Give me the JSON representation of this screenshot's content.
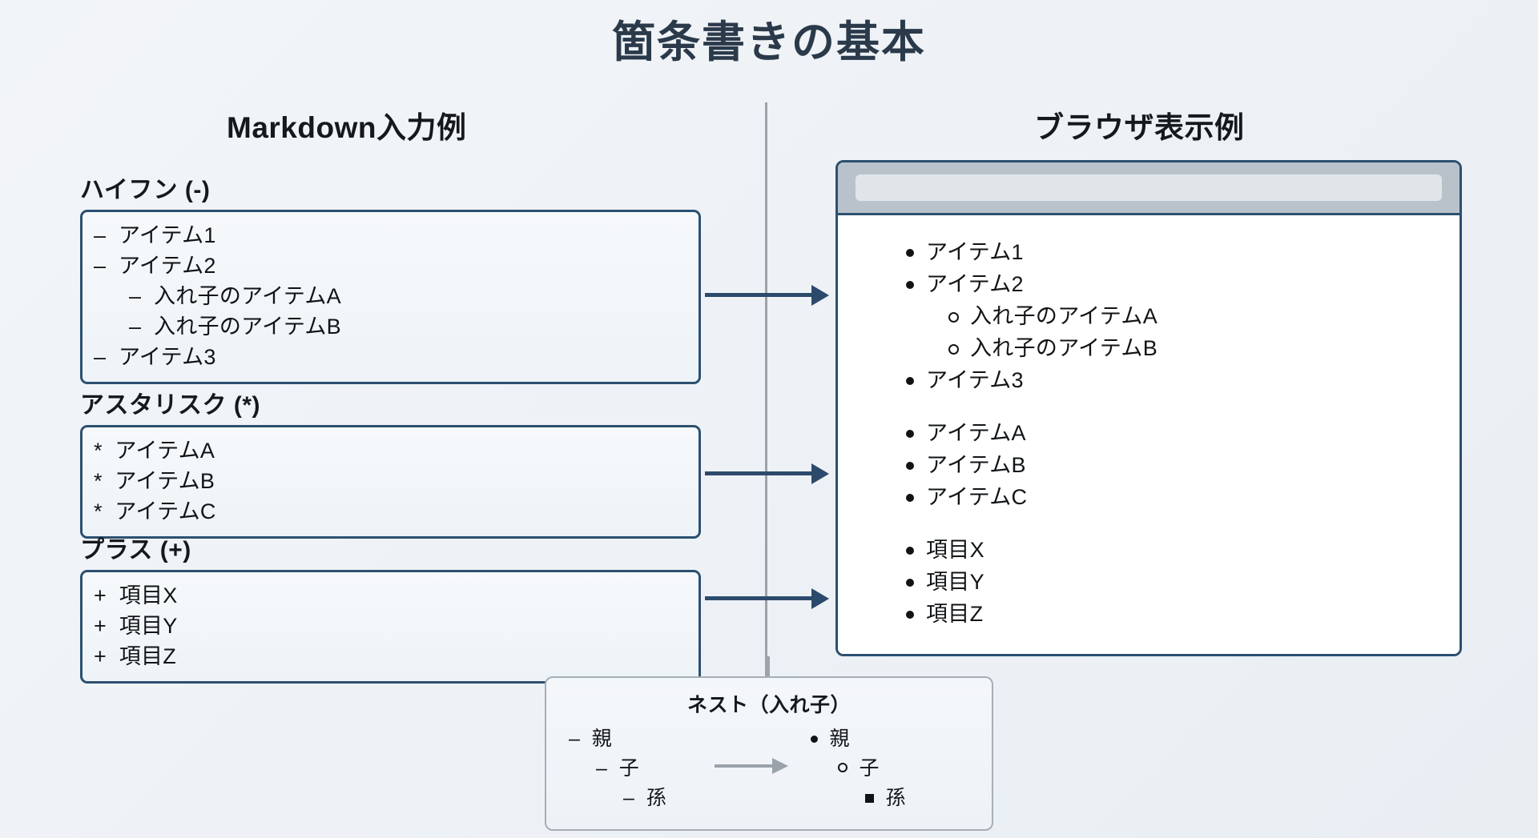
{
  "slide": {
    "title": "箇条書きの基本",
    "title_color": "#2b3a4a",
    "background_color": "#eef2f6"
  },
  "columns": {
    "left_header": "Markdown入力例",
    "right_header": "ブラウザ表示例"
  },
  "markdown_sections": [
    {
      "label": "ハイフン (-)",
      "lines": [
        {
          "marker": "–",
          "text": "アイテム1",
          "indent": 0
        },
        {
          "marker": "–",
          "text": "アイテム2",
          "indent": 0
        },
        {
          "marker": "–",
          "text": "入れ子のアイテムA",
          "indent": 1
        },
        {
          "marker": "–",
          "text": "入れ子のアイテムB",
          "indent": 1
        },
        {
          "marker": "–",
          "text": "アイテム3",
          "indent": 0
        }
      ]
    },
    {
      "label": "アスタリスク (*)",
      "lines": [
        {
          "marker": "*",
          "text": "アイテムA",
          "indent": 0
        },
        {
          "marker": "*",
          "text": "アイテムB",
          "indent": 0
        },
        {
          "marker": "*",
          "text": "アイテムC",
          "indent": 0
        }
      ]
    },
    {
      "label": "プラス (+)",
      "lines": [
        {
          "marker": "+",
          "text": "項目X",
          "indent": 0
        },
        {
          "marker": "+",
          "text": "項目Y",
          "indent": 0
        },
        {
          "marker": "+",
          "text": "項目Z",
          "indent": 0
        }
      ]
    }
  ],
  "browser": {
    "address_bar_value": "",
    "chrome_color": "#b9c2cb",
    "border_color": "#2c5070",
    "groups": [
      {
        "items": [
          {
            "text": "アイテム1",
            "level": 1
          },
          {
            "text": "アイテム2",
            "level": 1
          },
          {
            "text": "入れ子のアイテムA",
            "level": 2
          },
          {
            "text": "入れ子のアイテムB",
            "level": 2
          },
          {
            "text": "アイテム3",
            "level": 1
          }
        ]
      },
      {
        "items": [
          {
            "text": "アイテムA",
            "level": 1
          },
          {
            "text": "アイテムB",
            "level": 1
          },
          {
            "text": "アイテムC",
            "level": 1
          }
        ]
      },
      {
        "items": [
          {
            "text": "項目X",
            "level": 1
          },
          {
            "text": "項目Y",
            "level": 1
          },
          {
            "text": "項目Z",
            "level": 1
          }
        ]
      }
    ]
  },
  "arrows": {
    "color": "#2c4a6b",
    "count": 3
  },
  "nest_box": {
    "title": "ネスト（入れ子）",
    "arrow_color": "#9aa2aa",
    "markdown": [
      {
        "marker": "–",
        "text": "親",
        "indent": 0
      },
      {
        "marker": "–",
        "text": "子",
        "indent": 1
      },
      {
        "marker": "–",
        "text": "孫",
        "indent": 2
      }
    ],
    "browser": [
      {
        "bullet": "disc",
        "text": "親",
        "indent": 0
      },
      {
        "bullet": "circle",
        "text": "子",
        "indent": 1
      },
      {
        "bullet": "square",
        "text": "孫",
        "indent": 2
      }
    ]
  }
}
